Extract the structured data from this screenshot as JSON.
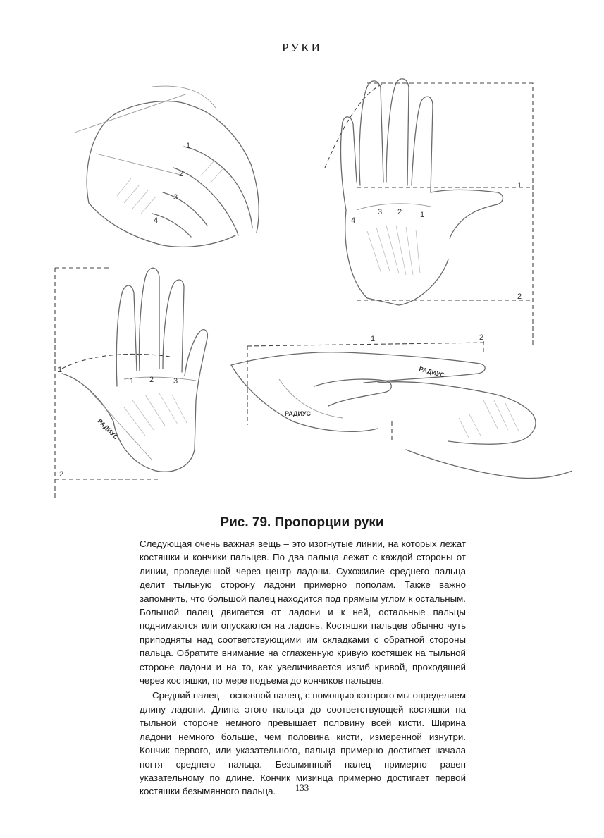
{
  "page": {
    "running_head": "РУКИ",
    "folio": "133"
  },
  "figure": {
    "caption": "Рис. 79. Пропорции руки",
    "labels": {
      "n1": "1",
      "n2": "2",
      "n3": "3",
      "n4": "4",
      "radius": "РАДИУС"
    }
  },
  "text": {
    "paragraph_1": "Следующая очень важная вещь – это изогнутые линии, на которых лежат костяшки и кончики пальцев. По два пальца лежат с каждой стороны от линии, проведенной через центр ладони. Сухожилие среднего пальца делит тыльную сторону ладони примерно пополам. Также важно запомнить, что большой палец находится под прямым углом к остальным. Большой палец двигается от ладони и к ней, остальные пальцы поднимаются или опускаются на ладонь. Костяшки пальцев обычно чуть приподняты над соответствующими им складками с обратной стороны пальца. Обратите внимание на сглаженную кривую костяшек на тыльной стороне ладони и на то, как увеличивается изгиб кривой, проходящей через костяшки, по мере подъема до кончиков пальцев.",
    "paragraph_2": "Средний палец – основной палец, с помощью которого мы определяем длину ладони. Длина этого пальца до соответствующей костяшки на тыльной стороне немного превышает половину всей кисти. Ширина ладони немного больше, чем половина кисти, измеренной изнутри. Кончик первого, или указательного, пальца примерно достигает начала ногтя среднего пальца. Безымянный палец примерно равен указательному по длине. Кончик мизинца примерно достигает первой костяшки безымянного пальца."
  }
}
